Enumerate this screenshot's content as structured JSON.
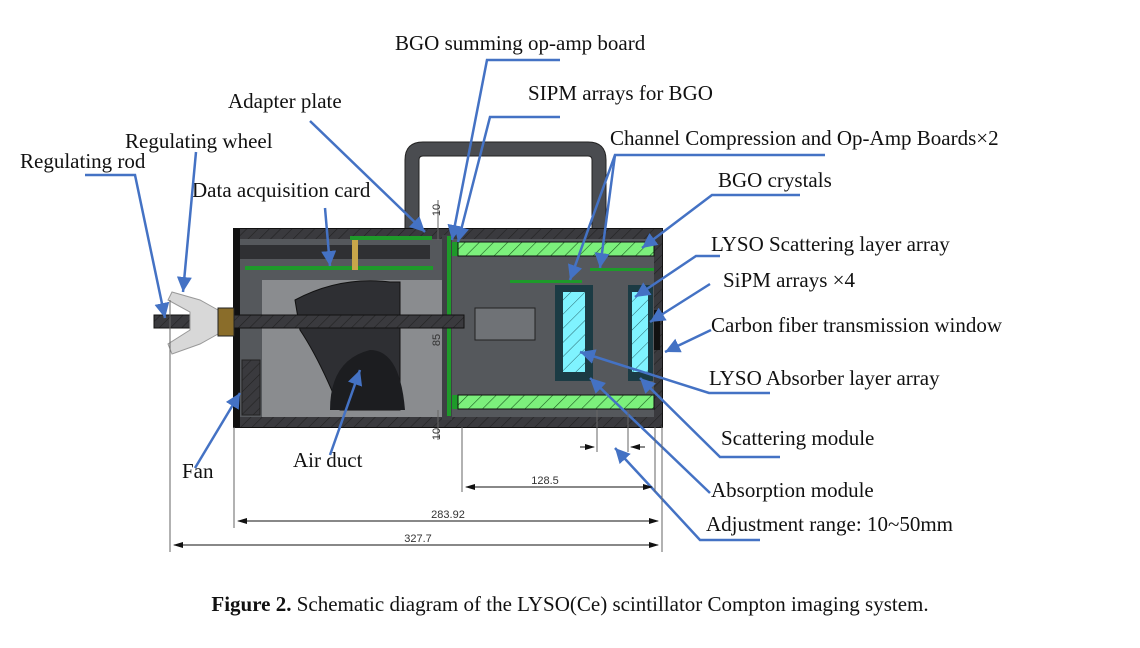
{
  "colors": {
    "leader": "#4472c4",
    "body_dark": "#3a3a3e",
    "body_mid": "#55585c",
    "interior_light": "#8a8c8f",
    "bgo_green": "#7cf07c",
    "lyso_cyan": "#7ff3ff",
    "pcb_green": "#1e9a2a"
  },
  "labels": {
    "bgo_summing": "BGO summing op-amp board",
    "adapter_plate": "Adapter plate",
    "sipm_bgo": "SIPM arrays for BGO",
    "regulating_wheel": "Regulating wheel",
    "regulating_rod": "Regulating rod",
    "channel_compression": "Channel Compression and Op-Amp Boards×2",
    "data_acq": "Data acquisition card",
    "bgo_crystals": "BGO crystals",
    "lyso_scatter": "LYSO Scattering layer array",
    "sipm_x4": "SiPM arrays ×4",
    "carbon_window": "Carbon fiber transmission window",
    "lyso_absorber": "LYSO Absorber layer array",
    "scattering_module": "Scattering module",
    "fan": "Fan",
    "air_duct": "Air duct",
    "absorption_module": "Absorption module",
    "adjustment_range": "Adjustment range: 10~50mm"
  },
  "dimensions": {
    "top_gap": "10",
    "height": "85",
    "bottom_gap": "10",
    "front_len": "128.5",
    "body_len": "283.92",
    "total_len": "327.7"
  },
  "caption": {
    "prefix": "Figure 2.",
    "text": "Schematic diagram of the LYSO(Ce) scintillator Compton imaging system."
  }
}
